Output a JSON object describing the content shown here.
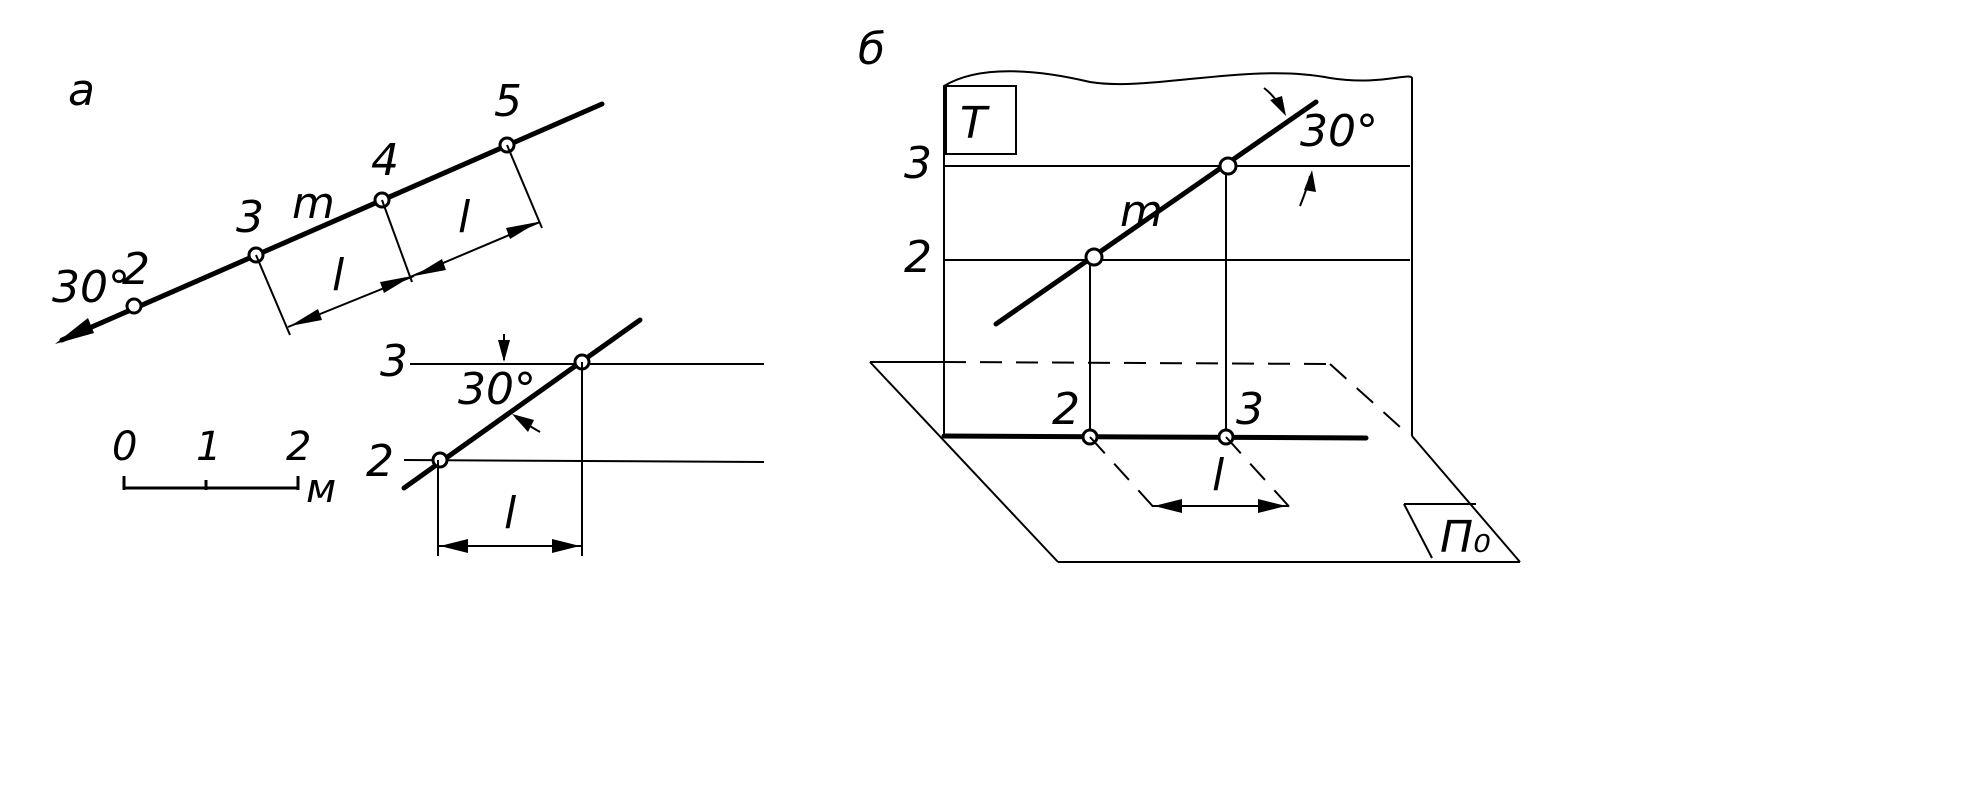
{
  "panel_a": {
    "label": "а",
    "line_label": "m",
    "points": [
      "2",
      "3",
      "4",
      "5"
    ],
    "angle": "30°",
    "interval_label": "l",
    "scale": {
      "ticks": [
        "0",
        "1",
        "2"
      ],
      "unit": "м"
    },
    "detail": {
      "levels": [
        "3",
        "2"
      ],
      "angle": "30°",
      "interval_label": "l"
    }
  },
  "panel_b": {
    "label": "б",
    "vertical_plane": "T",
    "horizontal_plane": "П₀",
    "line_label": "m",
    "angle": "30°",
    "levels": [
      "3",
      "2"
    ],
    "projection_points": [
      "2",
      "3"
    ],
    "interval_label": "l"
  }
}
